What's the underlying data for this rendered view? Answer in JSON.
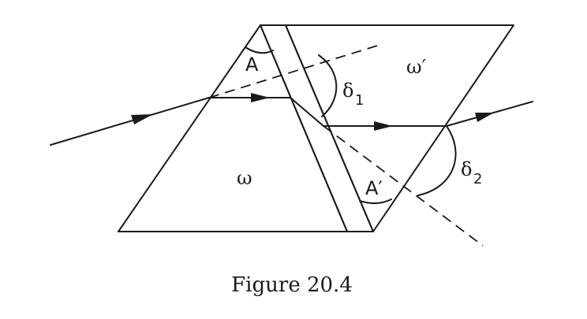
{
  "labels": {
    "angle_a": "A",
    "angle_a_prime": "A′",
    "delta_symbol": "δ",
    "delta_1_sub": "1",
    "delta_2_sub": "2",
    "medium_1": "ω",
    "medium_2": "ω′"
  },
  "caption": "Figure 20.4"
}
